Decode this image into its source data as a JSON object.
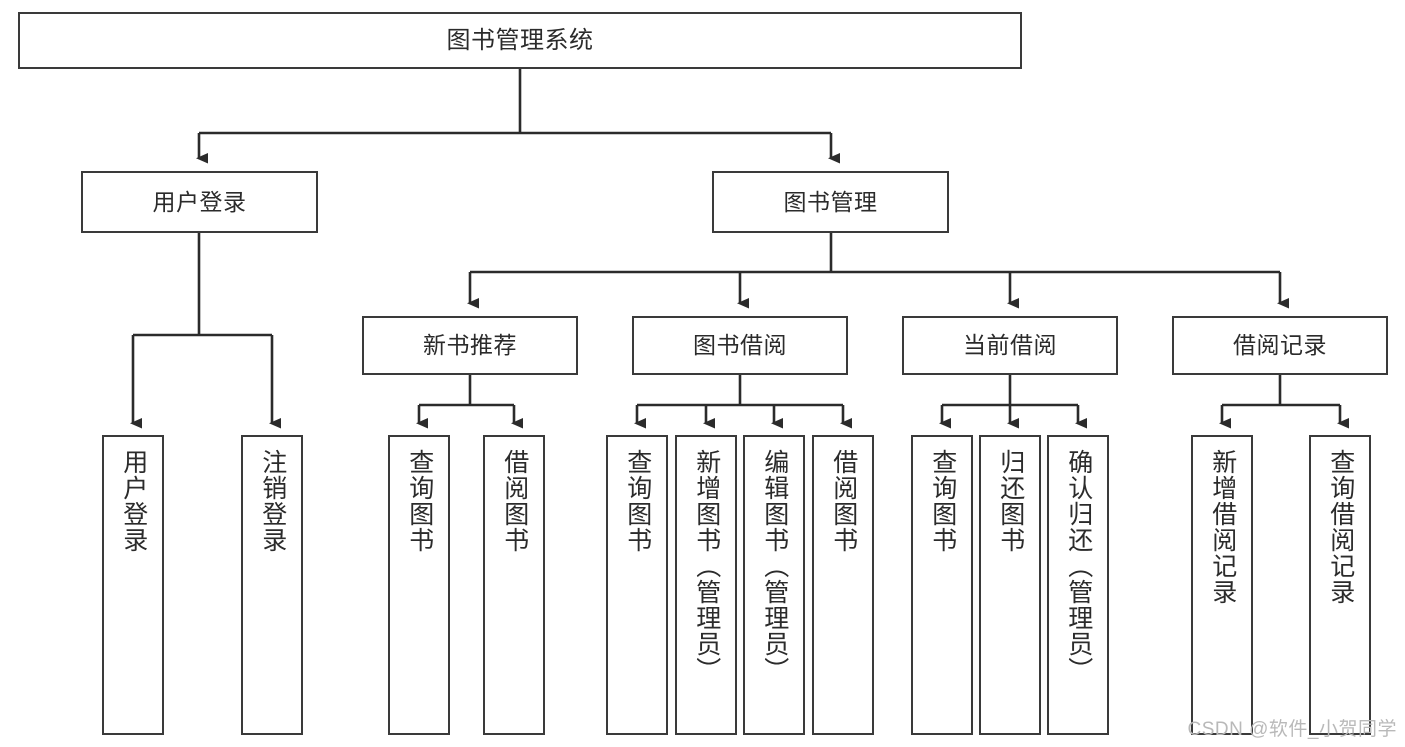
{
  "diagram": {
    "title": "图书管理系统",
    "type": "tree",
    "watermark": "CSDN @软件_小贺同学",
    "colors": {
      "box_border": "#3a3a3a",
      "box_fill": "#ffffff",
      "line": "#2b2b2b",
      "text": "#2b2b2b",
      "watermark": "#b9b9b9",
      "background": "#ffffff"
    },
    "root": {
      "label": "图书管理系统"
    },
    "level1": [
      {
        "label": "用户登录"
      },
      {
        "label": "图书管理"
      }
    ],
    "level2": [
      {
        "label": "新书推荐"
      },
      {
        "label": "图书借阅"
      },
      {
        "label": "当前借阅"
      },
      {
        "label": "借阅记录"
      }
    ],
    "leaves": {
      "user_login": [
        {
          "label": "用户登录"
        },
        {
          "label": "注销登录"
        }
      ],
      "new_book_recommend": [
        {
          "label": "查询图书"
        },
        {
          "label": "借阅图书"
        }
      ],
      "book_borrow": [
        {
          "label": "查询图书"
        },
        {
          "label": "新增图书（管理员）"
        },
        {
          "label": "编辑图书（管理员）"
        },
        {
          "label": "借阅图书"
        }
      ],
      "current_borrow": [
        {
          "label": "查询图书"
        },
        {
          "label": "归还图书"
        },
        {
          "label": "确认归还（管理员）"
        }
      ],
      "borrow_record": [
        {
          "label": "新增借阅记录"
        },
        {
          "label": "查询借阅记录"
        }
      ]
    }
  }
}
